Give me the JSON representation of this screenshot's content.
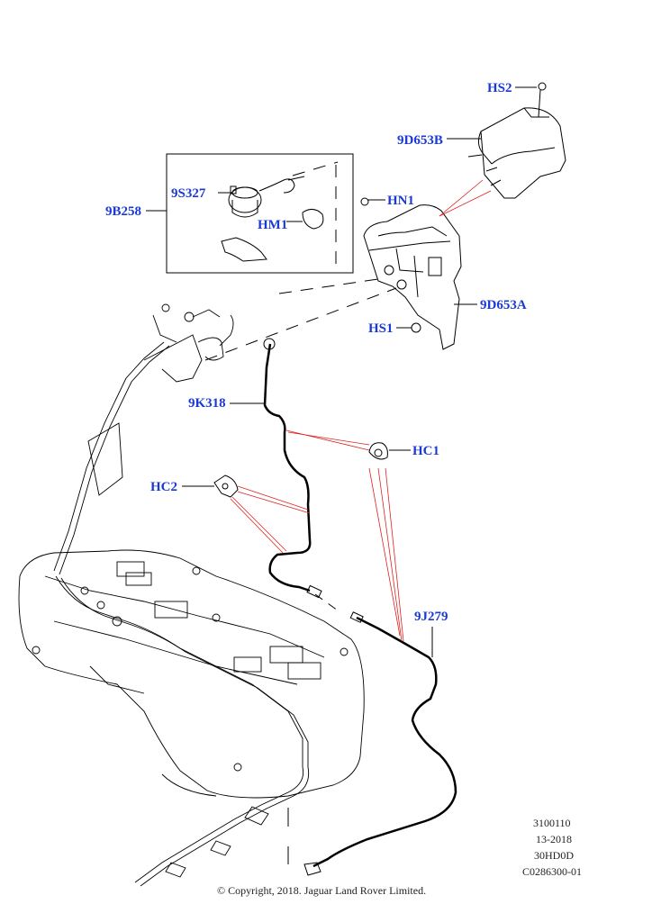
{
  "labels": {
    "HS2": "HS2",
    "9D653B": "9D653B",
    "9S327": "9S327",
    "9B258": "9B258",
    "HN1": "HN1",
    "HM1": "HM1",
    "9D653A": "9D653A",
    "HS1": "HS1",
    "9K318": "9K318",
    "HC1": "HC1",
    "HC2": "HC2",
    "9J279": "9J279"
  },
  "meta": {
    "line1": "3100110",
    "line2": "13-2018",
    "line3": "30HD0D",
    "line4": "C0286300-01"
  },
  "copyright": "© Copyright, 2018. Jaguar Land Rover Limited.",
  "colors": {
    "label": "#1a3ad6",
    "callout": "#e02020",
    "line": "#000000"
  }
}
